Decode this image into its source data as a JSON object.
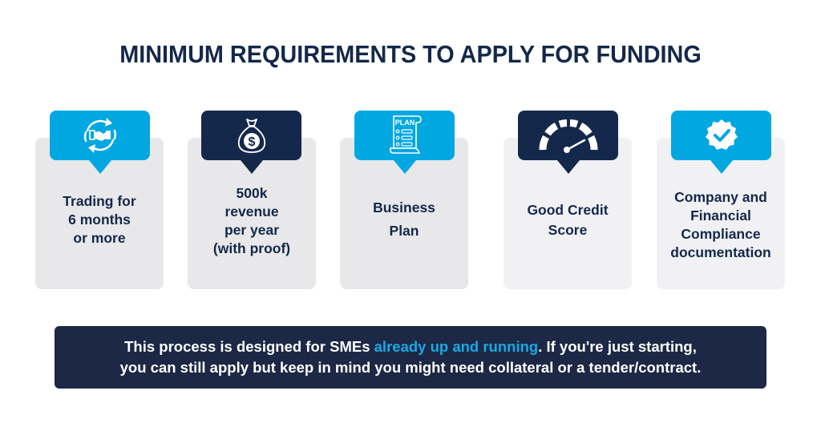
{
  "title": "MINIMUM REQUIREMENTS TO APPLY FOR FUNDING",
  "colors": {
    "navy": "#14284b",
    "blue": "#00a7e1",
    "card_gray": "#e8e8ea",
    "card_gray_light": "#f1f1f4",
    "banner_bg": "#1c2845",
    "highlight": "#18a9e6"
  },
  "requirements": [
    {
      "icon": "handshake-cycle-icon",
      "bubble_color": "blue",
      "lines": [
        "Trading for",
        "6 months",
        "or more"
      ]
    },
    {
      "icon": "money-bag-icon",
      "bubble_color": "navy",
      "lines": [
        "500k",
        "revenue",
        "per year",
        "(with proof)"
      ]
    },
    {
      "icon": "plan-scroll-icon",
      "bubble_color": "blue",
      "icon_text": "PLAN",
      "lines": [
        "Business",
        "Plan"
      ]
    },
    {
      "icon": "speedometer-icon",
      "bubble_color": "navy",
      "lines": [
        "Good Credit",
        "Score"
      ]
    },
    {
      "icon": "verified-badge-icon",
      "bubble_color": "blue",
      "lines": [
        "Company and",
        "Financial",
        "Compliance",
        "documentation"
      ]
    }
  ],
  "banner": {
    "line1_before": "This process is designed for SMEs ",
    "line1_highlight": "already up and running",
    "line1_after": ". If you're just starting,",
    "line2": "you can still apply but keep in mind you might need collateral or a tender/contract."
  }
}
